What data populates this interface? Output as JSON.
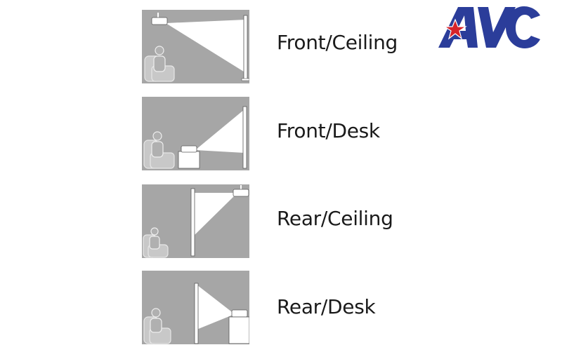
{
  "modes": [
    {
      "id": "front-ceiling",
      "label": "Front/Ceiling",
      "icon": "front-ceiling-projection-icon"
    },
    {
      "id": "front-desk",
      "label": "Front/Desk",
      "icon": "front-desk-projection-icon"
    },
    {
      "id": "rear-ceiling",
      "label": "Rear/Ceiling",
      "icon": "rear-ceiling-projection-icon"
    },
    {
      "id": "rear-desk",
      "label": "Rear/Desk",
      "icon": "rear-desk-projection-icon"
    }
  ],
  "logo": {
    "text": "AVC",
    "color": "#2b3d9a",
    "star_color": "#d6232a"
  },
  "colors": {
    "panel_bg": "#a6a6a6",
    "beam": "#ffffff",
    "outline": "#5a5a5a",
    "label": "#1a1a1a"
  }
}
